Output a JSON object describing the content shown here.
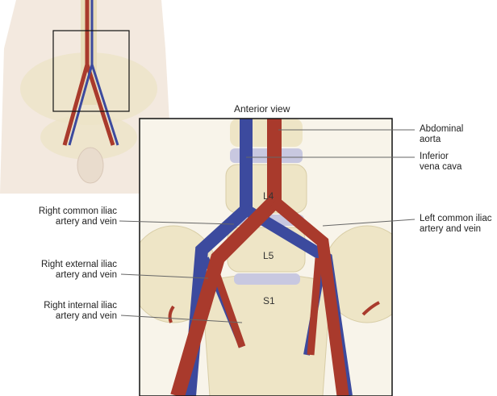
{
  "title": "Anterior view",
  "vertebrae": {
    "l4": "L4",
    "l5": "L5",
    "s1": "S1"
  },
  "labels": {
    "abdominal_aorta": [
      "Abdominal",
      "aorta"
    ],
    "inferior_vena_cava": [
      "Inferior",
      "vena cava"
    ],
    "left_common_iliac": [
      "Left common iliac",
      "artery and vein"
    ],
    "right_common_iliac": [
      "Right common iliac",
      "artery and vein"
    ],
    "right_external_iliac": [
      "Right external iliac",
      "artery and vein"
    ],
    "right_internal_iliac": [
      "Right internal iliac",
      "artery and vein"
    ]
  },
  "colors": {
    "artery": "#a93a2c",
    "vein": "#3c4a9e",
    "bone": "#eee5c6",
    "skin": "#efe4d8"
  }
}
